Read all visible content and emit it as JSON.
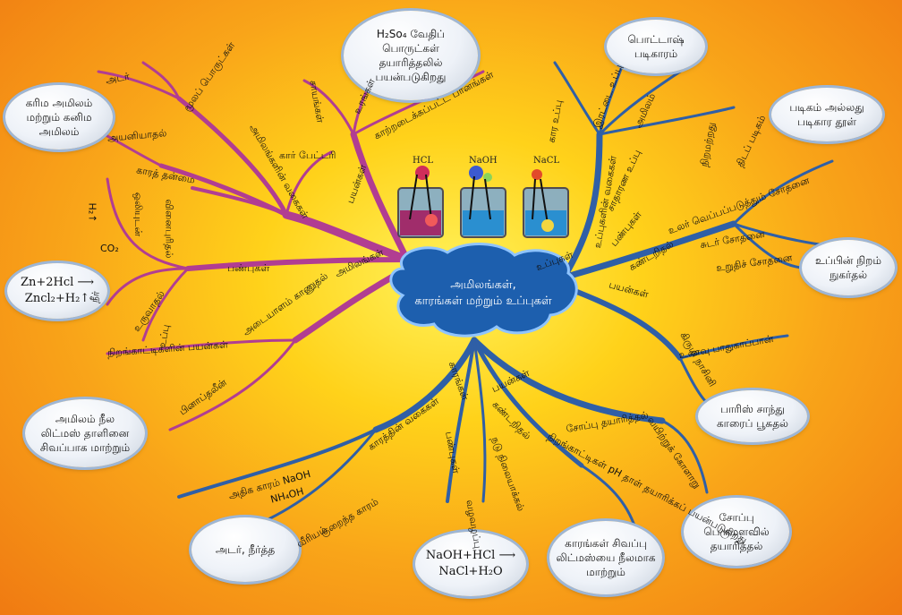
{
  "center": {
    "line1": "அமிலங்கள்,",
    "line2": "காரங்கள் மற்றும் உப்புகள்"
  },
  "beakers": {
    "labels": [
      "HCL",
      "NaOH",
      "NaCL"
    ]
  },
  "bubbles": {
    "h2so4": [
      "H₂So₄ வேதிப்",
      "பொருட்கள்",
      "தயாரித்தலில்",
      "பயன்படுகிறது"
    ],
    "carbonic": [
      "கரிம அமிலம்",
      "மற்றும் கனிம",
      "அமிலம்"
    ],
    "zn": [
      "Zn+2Hcl ⟶",
      "Zncl₂+H₂↑"
    ],
    "litmus_acid": [
      "அமிலம் நீல",
      "லிட்மஸ் தாளினை",
      "சிவப்பாக மாற்றும்"
    ],
    "potash": [
      "பொட்டாஷ்",
      "படிகாரம்"
    ],
    "crystal": [
      "படிகம் அல்லது",
      "படிகார தூள்"
    ],
    "salt_color": [
      "உப்பின் நிறம்",
      "நுகர்தல்"
    ],
    "paris": [
      "பாரிஸ் சாந்து",
      "காரைப் பூசுதல்"
    ],
    "soap": [
      "சோப்பு",
      "பெருமளவில்",
      "தயாரித்தல்"
    ],
    "adar": [
      "அடர், நீர்த்த"
    ],
    "naoh": [
      "NaOH+HCl ⟶",
      "NaCl+H₂O"
    ],
    "litmus_base": [
      "காரங்கள் சிவப்பு",
      "லிட்மஸ்யை நீலமாக",
      "மாற்றும்"
    ]
  },
  "labels": {
    "adar": "அடர்",
    "moolap": "மூலப் பொருட்கள்",
    "ayaniyathal": "அயனியாதல்",
    "kara_thanmai": "காரத் தன்மை",
    "acid_types": "அமிலங்களின் வகைகள்",
    "bayangal_a": "பயன்கள்",
    "urangal": "உரங்கள்",
    "dyes": "சாயங்கள்",
    "preserve": "காற்றடைக்கப்பட்ட பானங்கள்",
    "car_battery": "கார் பேட்டரி",
    "acids": "அமிலங்கள்",
    "panpukal_a": "பண்புகள்",
    "h2": "H₂↑",
    "co2": "CO₂",
    "sound": "ஒலியுடன்",
    "vinai": "வினைபுரிதல்",
    "uruvaathal": "உருவாதல்",
    "uppu": "உப்பு",
    "neer": "நீர்",
    "identify": "அடையாளம் காணுதல்",
    "indicator_uses": "நிறங்காட்டிகளின் பயன்கள்",
    "phenol": "பினாப்தலீன்",
    "salts": "உப்புகள்",
    "salt_types": "உப்புகளின் வகைகள்",
    "double_salt": "இரட்டை உப்பு",
    "normal_salt": "சாதாரண உப்பு",
    "acid_salt": "அமிலம்",
    "basic_salt": "கார உப்பு",
    "nirammatrathu": "நிறமற்றது",
    "crystal_l": "திடப் படிகம்",
    "panpukal_s": "பண்புகள்",
    "kandariithal_s": "கண்டறிதல்",
    "dry_heat": "உலர் வெப்பப்படுத்தும் சோதனை",
    "flame": "சுடர் சோதனை",
    "confirm": "உறுதிச் சோதனை",
    "bayangal_s": "பயன்கள்",
    "food": "உணவு பாதுகாப்பான்",
    "germ": "கிருமி நாசினி",
    "bases": "காரங்கள்",
    "base_types": "காரத்தின் வகைகள்",
    "strong": "அதிக காரம் NaOH",
    "nh4oh": "NH₄OH",
    "weak": "குறைந்த காரம்",
    "alkali": "வீரியம்",
    "bayangal_b": "பயன்கள்",
    "soap_make": "சோப்பு தயாரித்தல்",
    "stomach": "வயிற்றுக் கோளாறு",
    "kandariithal_b": "கண்டறிதல்",
    "indicator_ph": "நிறங்காட்டிகள் pH தாள் தயாரிக்கப் பயன்படுகிறது",
    "sustained": "நடு நிலையாக்கல்",
    "panpukal_b": "பண்புகள்",
    "soapy": "வழவழப்பு",
    "bitter": "கசப்பு"
  }
}
